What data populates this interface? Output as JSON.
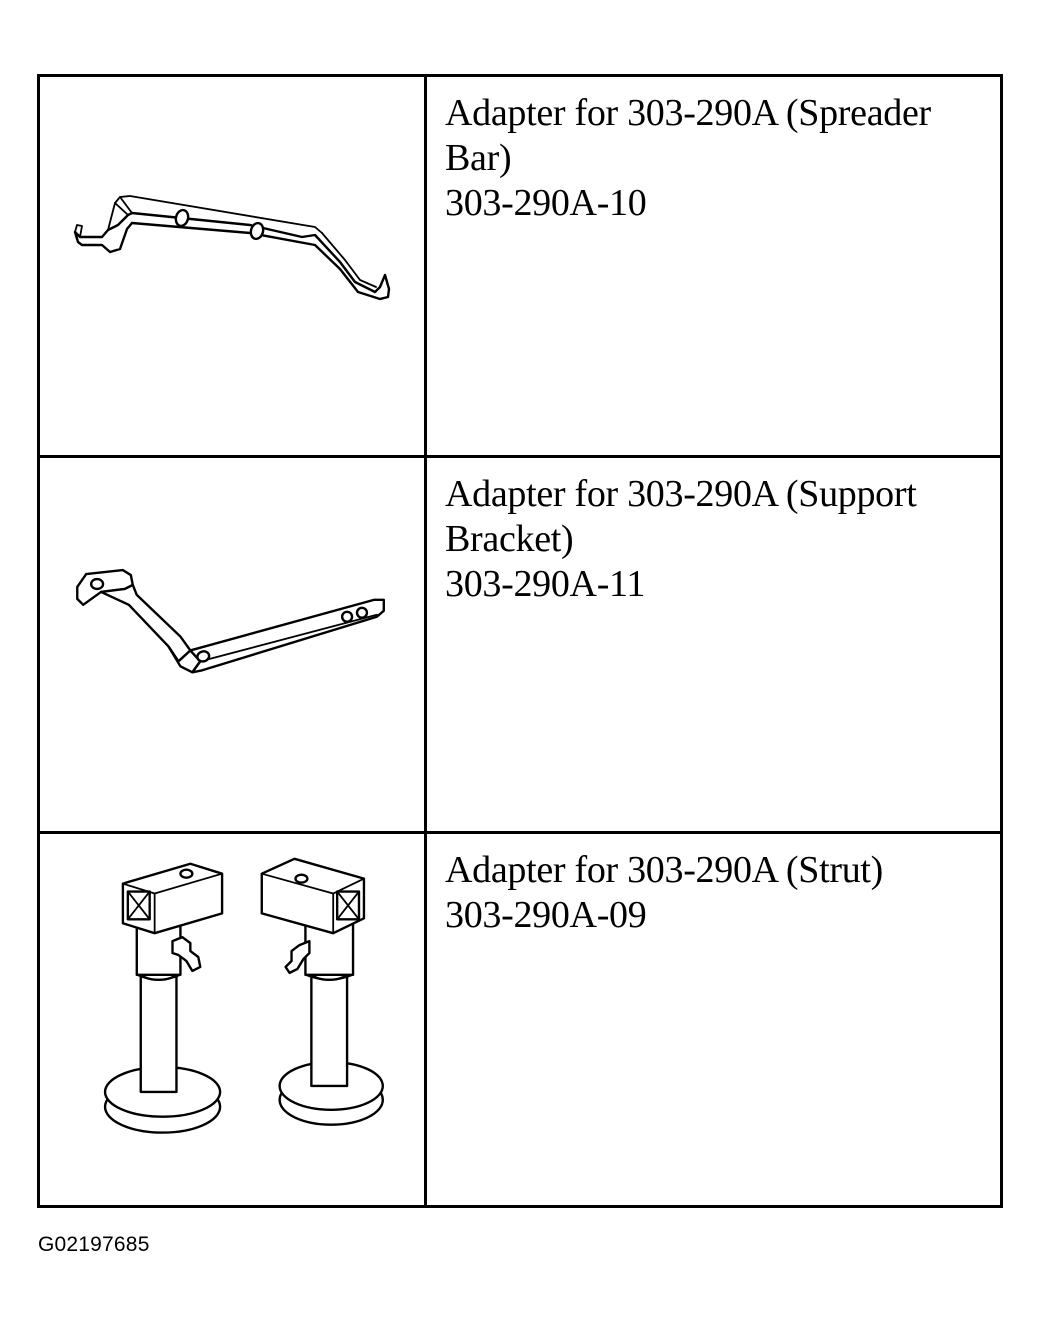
{
  "rows": [
    {
      "description": "Adapter for 303-290A (Spreader Bar)",
      "part_number": "303-290A-10",
      "illustration": "spreader-bar-illustration"
    },
    {
      "description": "Adapter for 303-290A (Support Bracket)",
      "part_number": "303-290A-11",
      "illustration": "support-bracket-illustration"
    },
    {
      "description": "Adapter for 303-290A (Strut)",
      "part_number": "303-290A-09",
      "illustration": "strut-illustration"
    }
  ],
  "figure_id": "G02197685"
}
